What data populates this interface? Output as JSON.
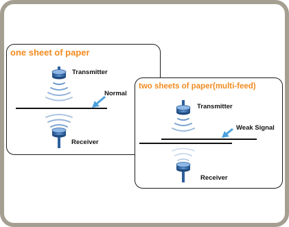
{
  "panel_one": {
    "title": "one sheet of paper",
    "transmitter_label": "Transmitter",
    "signal_label": "Normal",
    "receiver_label": "Receiver"
  },
  "panel_two": {
    "title": "two sheets of paper(multi-feed)",
    "transmitter_label": "Transmitter",
    "signal_label": "Weak Signal",
    "receiver_label": "Receiver"
  },
  "colors": {
    "frame": "#a59f92",
    "title": "#f28a1e",
    "sensor": "#2d5f9a",
    "wave": "#5a8cc4",
    "arrow": "#4aa0dc",
    "paper": "#111111"
  },
  "icons": [
    "transmitter-icon",
    "receiver-icon",
    "signal-wave-icon",
    "arrow-icon"
  ]
}
